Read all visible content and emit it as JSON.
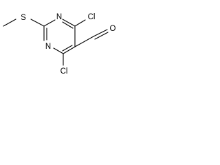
{
  "molecule": {
    "atoms": {
      "sulfur": "S",
      "nitrogen_top": "N",
      "nitrogen_bottom": "N",
      "chlorine_top": "Cl",
      "chlorine_bottom": "Cl",
      "oxygen": "O"
    }
  },
  "colors": {
    "bond": "#000000",
    "background": "#ffffff"
  }
}
